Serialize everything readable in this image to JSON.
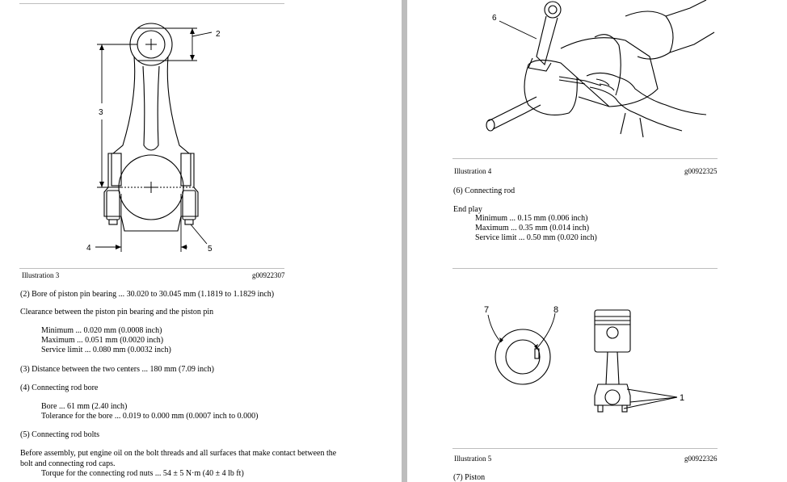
{
  "left": {
    "callouts": {
      "c2": "2",
      "c3": "3",
      "c4": "4",
      "c5": "5"
    },
    "illustration_caption": "Illustration 3",
    "illustration_id": "g00922307",
    "lines": {
      "bore_pin": "(2) Bore of piston pin bearing ... 30.020 to 30.045 mm (1.1819 to 1.1829 inch)",
      "clearance_heading": "Clearance between the piston pin bearing and the piston pin",
      "min": "Minimum ... 0.020 mm (0.0008 inch)",
      "max": "Maximum ... 0.051 mm (0.0020 inch)",
      "service": "Service limit ... 0.080 mm (0.0032 inch)",
      "distance": "(3) Distance between the two centers ... 180 mm (7.09 inch)",
      "rod_bore_heading": "(4) Connecting rod bore",
      "bore": "Bore ... 61 mm (2.40 inch)",
      "tolerance": "Tolerance for the bore ... 0.019 to 0.000 mm (0.0007 inch to 0.000)",
      "bolts_heading": "(5) Connecting rod bolts",
      "assembly_1": "Before assembly, put engine oil on the bolt threads and all surfaces that make contact between the",
      "assembly_2": "bolt and connecting rod caps.",
      "torque": "Torque for the connecting rod nuts ... 54 ± 5 N·m (40 ± 4 lb ft)"
    }
  },
  "right": {
    "callout6": "6",
    "illustration4_caption": "Illustration 4",
    "illustration4_id": "g00922325",
    "rod_label": "(6) Connecting rod",
    "end_play": "End play",
    "min": "Minimum ... 0.15 mm (0.006 inch)",
    "max": "Maximum ... 0.35 mm (0.014 inch)",
    "service": "Service limit ... 0.50 mm (0.020 inch)",
    "callouts5": {
      "c7": "7",
      "c8": "8",
      "c1": "1"
    },
    "illustration5_caption": "Illustration 5",
    "illustration5_id": "g00922326",
    "piston": "(7) Piston"
  }
}
